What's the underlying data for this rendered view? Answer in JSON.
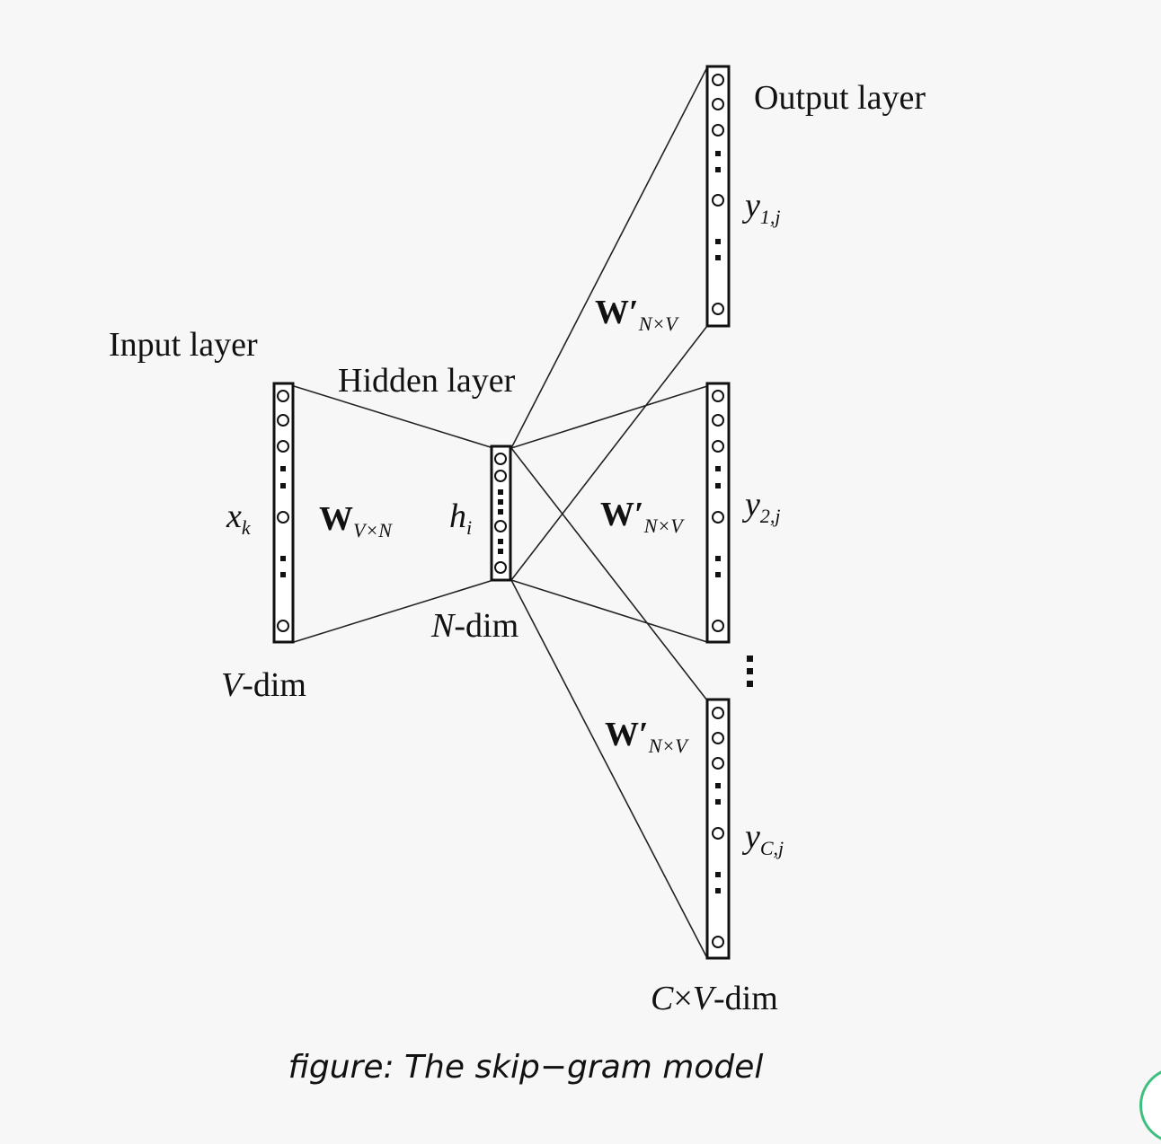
{
  "labels": {
    "input_layer": "Input layer",
    "hidden_layer": "Hidden layer",
    "output_layer": "Output layer",
    "v_dim_var": "V",
    "v_dim_rest": "-dim",
    "n_dim_var": "N",
    "n_dim_rest": "-dim",
    "cv_dim_c": "C",
    "cv_dim_times": "×",
    "cv_dim_v": "V",
    "cv_dim_rest": "-dim"
  },
  "symbols": {
    "x": "x",
    "x_sub": "k",
    "h": "h",
    "h_sub": "i",
    "w_in": "W",
    "w_in_sub": "V×N",
    "w_out": "W′",
    "w_out_sub": "N×V",
    "y": "y",
    "y1_sub": "1,j",
    "y2_sub": "2,j",
    "yc_sub": "C,j"
  },
  "caption": "figure: The skip−gram model"
}
